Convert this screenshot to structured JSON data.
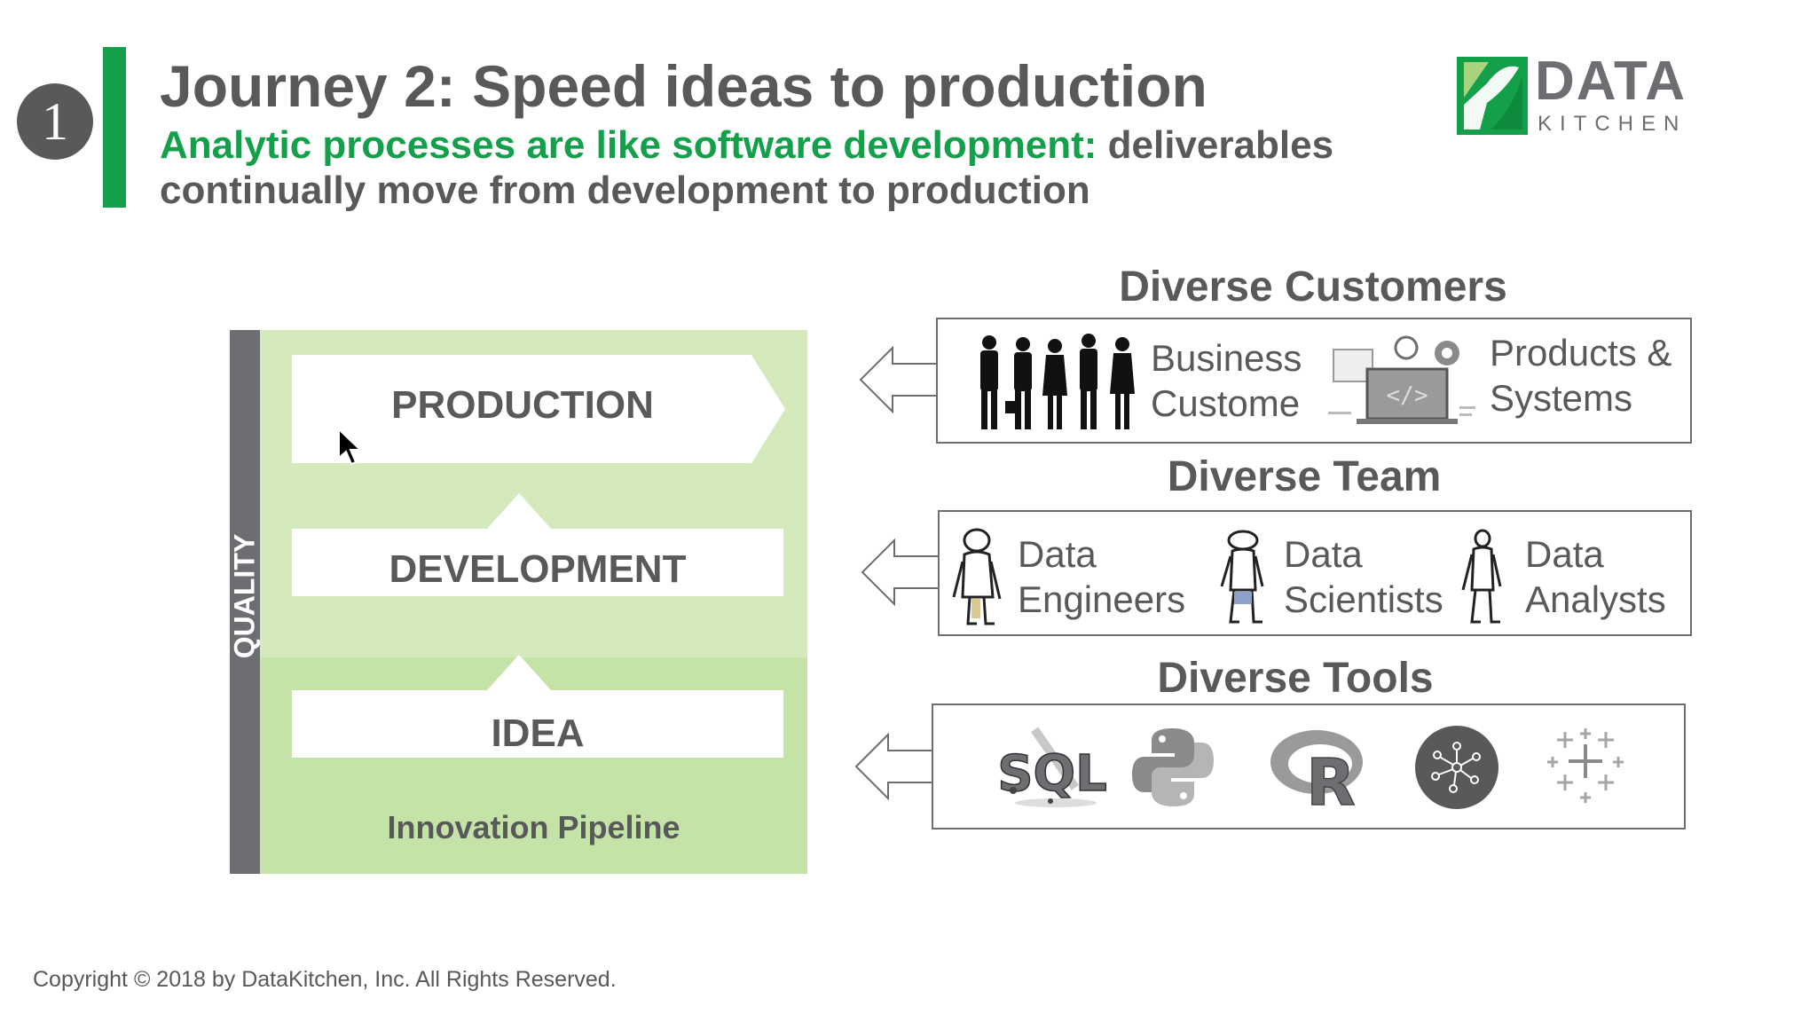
{
  "slide": {
    "number": "1",
    "title": "Journey 2: Speed ideas to production",
    "subtitle_highlight": "Analytic processes are like software development:",
    "subtitle_rest": " deliverables continually move from development to production"
  },
  "logo": {
    "word1": "DATA",
    "word2": "KITCHEN"
  },
  "pipeline": {
    "quality_label": "QUALITY",
    "stages": [
      "PRODUCTION",
      "DEVELOPMENT",
      "IDEA"
    ],
    "caption": "Innovation Pipeline"
  },
  "customers": {
    "title": "Diverse Customers",
    "items": [
      {
        "line1": "Business",
        "line2": "Custome",
        "icon": "business-people-icon"
      },
      {
        "line1": "Products &",
        "line2": "Systems",
        "icon": "laptop-code-icon"
      }
    ]
  },
  "team": {
    "title": "Diverse Team",
    "items": [
      {
        "line1": "Data",
        "line2": "Engineers",
        "icon": "engineer-figure-icon"
      },
      {
        "line1": "Data",
        "line2": "Scientists",
        "icon": "scientist-figure-icon"
      },
      {
        "line1": "Data",
        "line2": "Analysts",
        "icon": "analyst-figure-icon"
      }
    ]
  },
  "tools": {
    "title": "Diverse Tools",
    "items": [
      {
        "icon": "sql-icon",
        "text": "SQL"
      },
      {
        "icon": "python-icon"
      },
      {
        "icon": "r-icon",
        "text": "R"
      },
      {
        "icon": "network-icon"
      },
      {
        "icon": "tableau-icon"
      }
    ]
  },
  "footer": {
    "copyright": "Copyright © 2018 by DataKitchen, Inc.  All Rights Reserved."
  },
  "colors": {
    "accent_green": "#14a04a",
    "text_gray": "#58595b",
    "pipeline_green": "#c6e3a7"
  }
}
